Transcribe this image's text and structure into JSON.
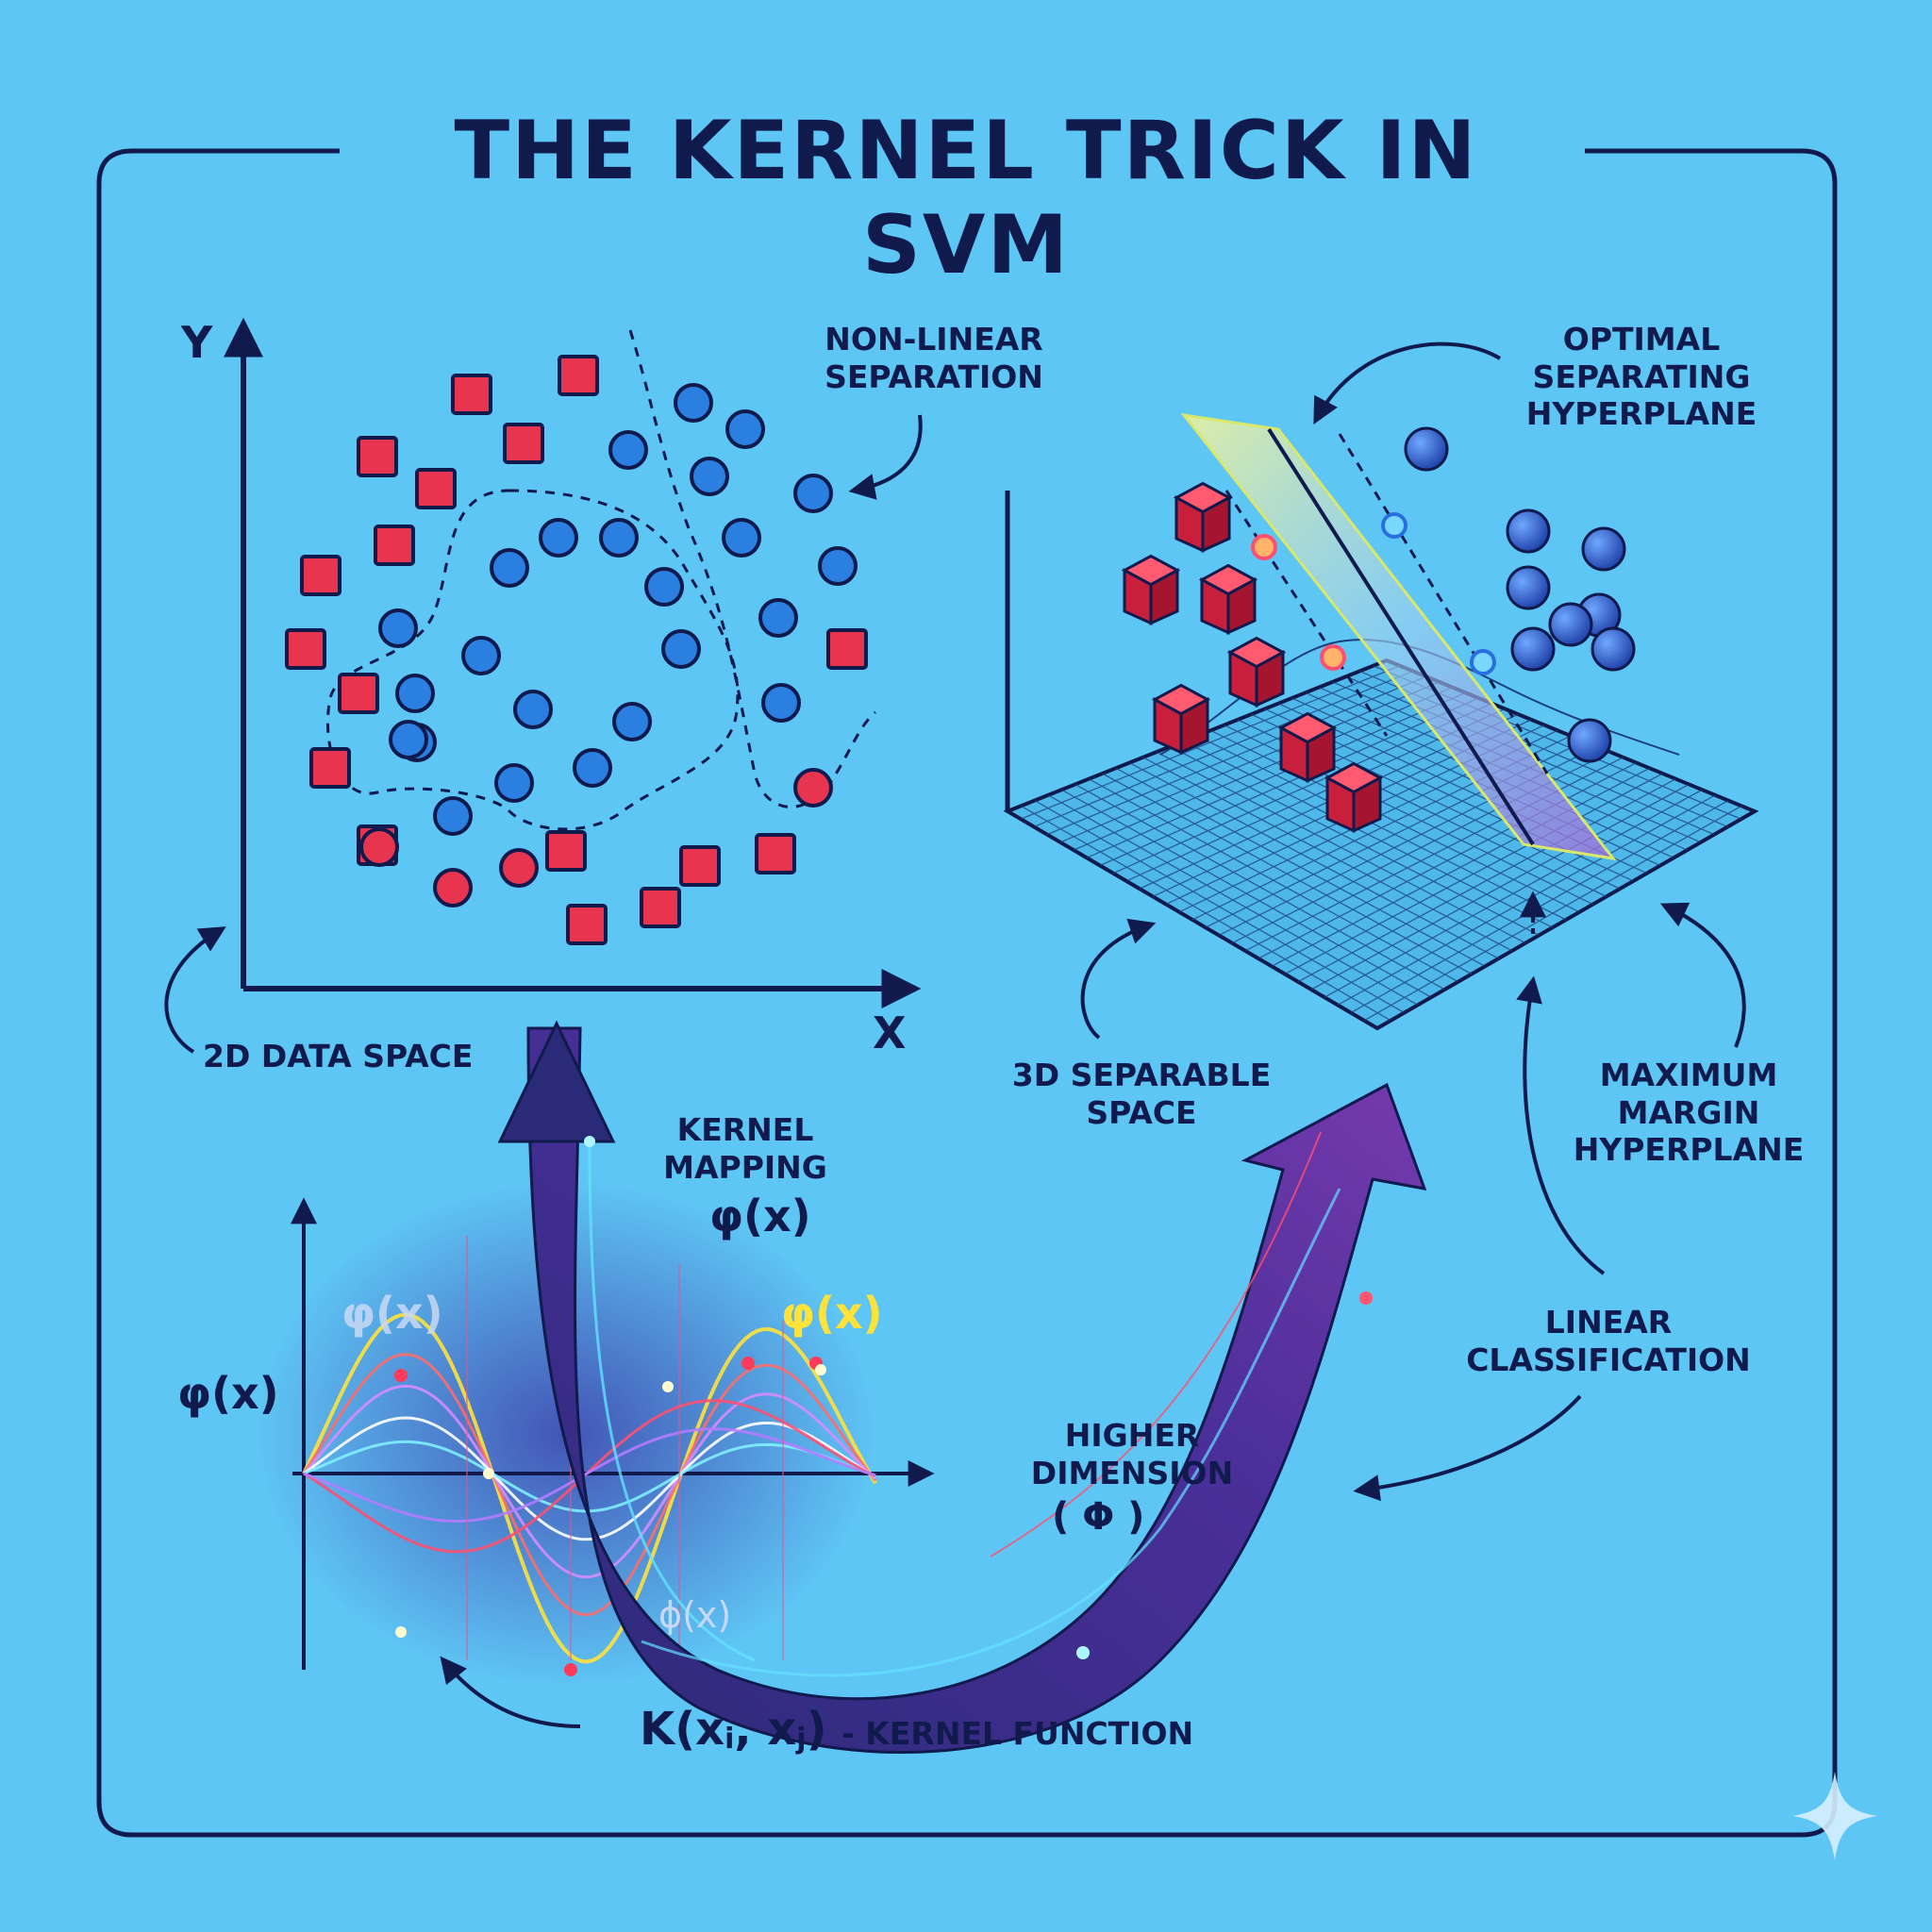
{
  "title": "THE KERNEL TRICK IN SVM",
  "axes_2d": {
    "y": "Y",
    "x": "X"
  },
  "labels": {
    "non_linear": "NON-LINEAR\nSEPARATION",
    "optimal_hyperplane": "OPTIMAL\nSEPARATING\nHYPERPLANE",
    "data_space_2d": "2D DATA SPACE",
    "separable_3d": "3D SEPARABLE\nSPACE",
    "max_margin": "MAXIMUM\nMARGIN\nHYPERPLANE",
    "kernel_mapping": "KERNEL\nMAPPING",
    "kernel_mapping_phi": "φ(x)",
    "linear_classification": "LINEAR\nCLASSIFICATION",
    "higher_dimension": "HIGHER\nDIMENSION",
    "higher_dimension_symbol": "( Φ )",
    "kernel_function_prefix": "K(x",
    "kernel_function_i": "i",
    "kernel_function_mid": ", x",
    "kernel_function_j": "j",
    "kernel_function_suffix": ")",
    "kernel_function_name": "- KERNEL FUNCTION"
  },
  "wave_labels": {
    "phi_left_axis": "φ(x)",
    "phi_faint": "φ(x)",
    "phi_yellow": "φ(x)",
    "phi_bottom": "ϕ(x)"
  },
  "colors": {
    "background": "#5ec6f5",
    "ink": "#101a4c",
    "class_a": "#e8354f",
    "class_b": "#2a7fe0",
    "arrow": "#3a2f8f"
  }
}
